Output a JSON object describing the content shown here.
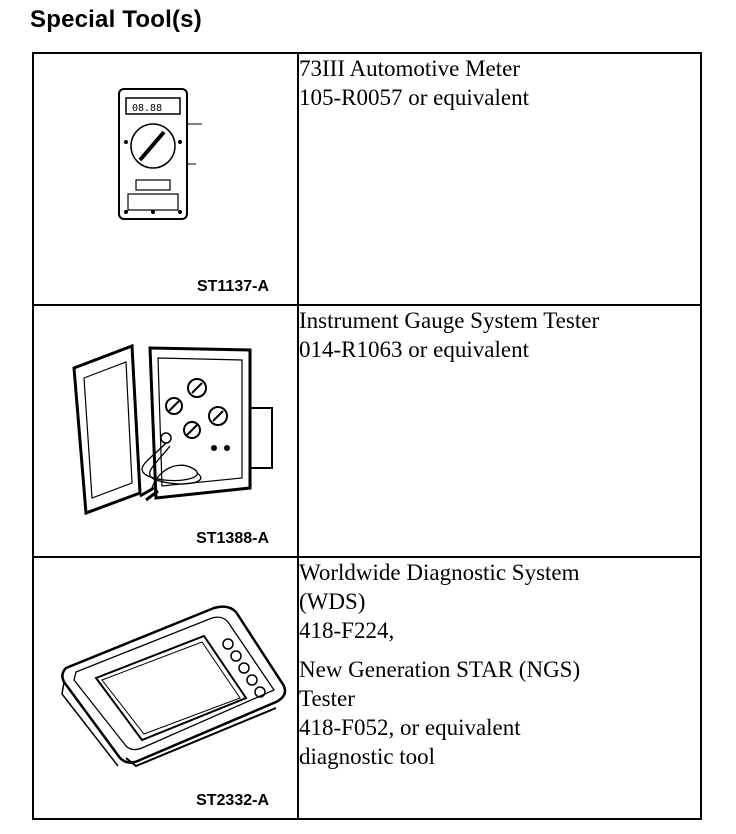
{
  "heading": "Special Tool(s)",
  "tools": [
    {
      "ref": "ST1137-A",
      "icon": "multimeter-icon",
      "lines": [
        "73III Automotive Meter",
        "105-R0057 or equivalent"
      ]
    },
    {
      "ref": "ST1388-A",
      "icon": "gauge-tester-case-icon",
      "lines": [
        "Instrument Gauge System Tester",
        "014-R1063 or equivalent"
      ]
    },
    {
      "ref": "ST2332-A",
      "icon": "diagnostic-tablet-icon",
      "lines_a": [
        "Worldwide Diagnostic System",
        "(WDS)",
        "418-F224,"
      ],
      "lines_b": [
        "New Generation STAR (NGS)",
        "Tester",
        "418-F052, or equivalent",
        "diagnostic tool"
      ]
    }
  ]
}
